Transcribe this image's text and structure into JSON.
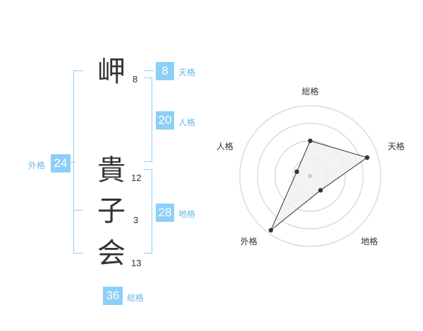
{
  "name": {
    "characters": [
      {
        "char": "岬",
        "strokes": "8"
      },
      {
        "char": "貴",
        "strokes": "12"
      },
      {
        "char": "子",
        "strokes": "3"
      },
      {
        "char": "会",
        "strokes": "13"
      }
    ]
  },
  "fortunes": {
    "tenkaku": {
      "value": "8",
      "label": "天格"
    },
    "jinkaku": {
      "value": "20",
      "label": "人格"
    },
    "chikaku": {
      "value": "28",
      "label": "地格"
    },
    "gaikaku": {
      "value": "24",
      "label": "外格"
    },
    "soukaku": {
      "value": "36",
      "label": "総格"
    }
  },
  "radar": {
    "axes": [
      "総格",
      "天格",
      "地格",
      "外格",
      "人格"
    ],
    "levels": 4,
    "values": [
      0.5,
      0.85,
      0.25,
      0.95,
      0.2
    ],
    "colors": {
      "fill": "#f0f0f0",
      "line": "#333333",
      "point": "#333333",
      "grid": "#cccccc",
      "center": "#cccccc"
    }
  },
  "colors": {
    "accent": "#8ccff7",
    "label": "#6ab8e6"
  }
}
